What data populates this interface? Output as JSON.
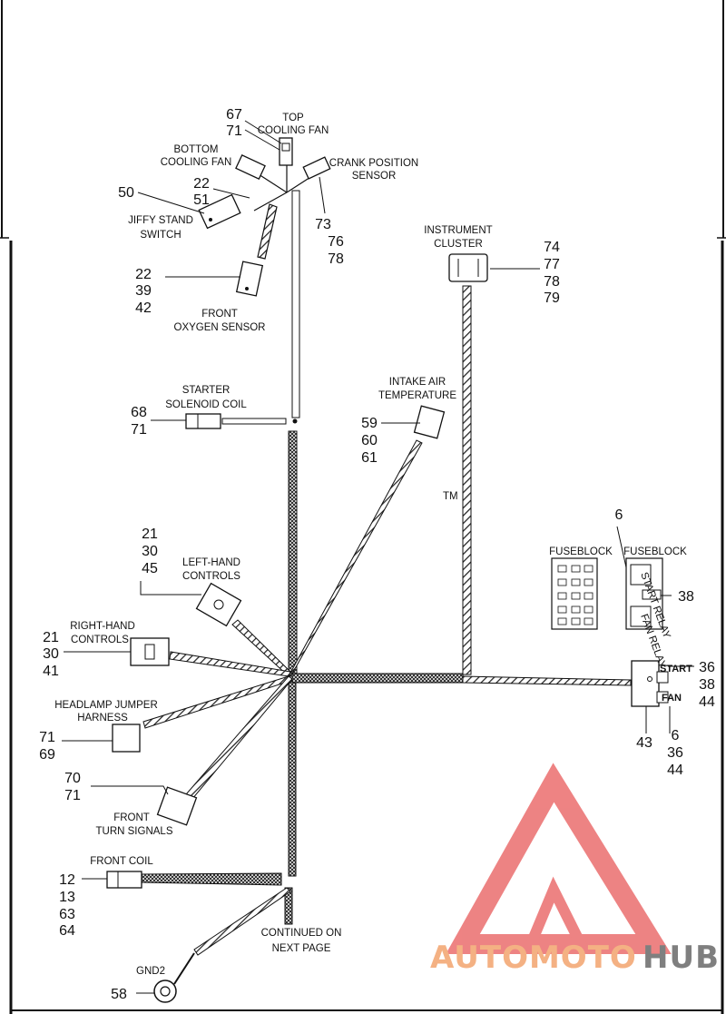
{
  "components": {
    "top_cooling_fan": {
      "label1": "TOP",
      "label2": "COOLING FAN",
      "refs": [
        "67",
        "71"
      ]
    },
    "bottom_cooling_fan": {
      "label1": "BOTTOM",
      "label2": "COOLING FAN"
    },
    "crank_position_sensor": {
      "label1": "CRANK POSITION",
      "label2": "SENSOR",
      "refs": [
        "73",
        "76",
        "78"
      ]
    },
    "jiffy_stand_switch": {
      "label1": "JIFFY STAND",
      "label2": "SWITCH",
      "refs": [
        "50",
        "22",
        "51"
      ]
    },
    "front_oxygen_sensor": {
      "label1": "FRONT",
      "label2": "OXYGEN SENSOR",
      "refs": [
        "22",
        "39",
        "42"
      ]
    },
    "instrument_cluster": {
      "label1": "INSTRUMENT",
      "label2": "CLUSTER",
      "refs": [
        "74",
        "77",
        "78",
        "79"
      ]
    },
    "starter_solenoid_coil": {
      "label1": "STARTER",
      "label2": "SOLENOID COIL",
      "refs": [
        "68",
        "71"
      ]
    },
    "intake_air_temperature": {
      "label1": "INTAKE AIR",
      "label2": "TEMPERATURE",
      "refs": [
        "59",
        "60",
        "61"
      ]
    },
    "left_hand_controls": {
      "label1": "LEFT-HAND",
      "label2": "CONTROLS",
      "refs": [
        "21",
        "30",
        "45"
      ]
    },
    "right_hand_controls": {
      "label1": "RIGHT-HAND",
      "label2": "CONTROLS",
      "refs": [
        "21",
        "30",
        "41"
      ]
    },
    "headlamp_jumper_harness": {
      "label1": "HEADLAMP JUMPER",
      "label2": "HARNESS",
      "refs": [
        "71",
        "69"
      ]
    },
    "front_turn_signals": {
      "label1": "FRONT",
      "label2": "TURN SIGNALS",
      "refs": [
        "70",
        "71"
      ]
    },
    "fuseblock_left": {
      "label": "FUSEBLOCK"
    },
    "fuseblock_right": {
      "label": "FUSEBLOCK",
      "refs": [
        "6",
        "38"
      ],
      "relay1": "START RELAY",
      "relay2": "FAN RELAY"
    },
    "relay_block": {
      "start": "START",
      "fan": "FAN",
      "refs_right": [
        "36",
        "38",
        "44"
      ],
      "refs_bottom_left": [
        "43"
      ],
      "refs_bottom_right": [
        "6",
        "36",
        "44"
      ]
    },
    "front_coil": {
      "label": "FRONT COIL",
      "refs": [
        "12",
        "13",
        "63",
        "64"
      ]
    },
    "gnd2": {
      "label": "GND2",
      "refs": [
        "58"
      ]
    },
    "continued": {
      "label1": "CONTINUED ON",
      "label2": "NEXT PAGE"
    },
    "trademark": "TM"
  },
  "watermark": {
    "part1": "AUTOMOTO",
    "part2": "HUB",
    "color1": "#f4b183",
    "color2": "#7f7f7f",
    "triangle_color": "#e85a5a"
  }
}
